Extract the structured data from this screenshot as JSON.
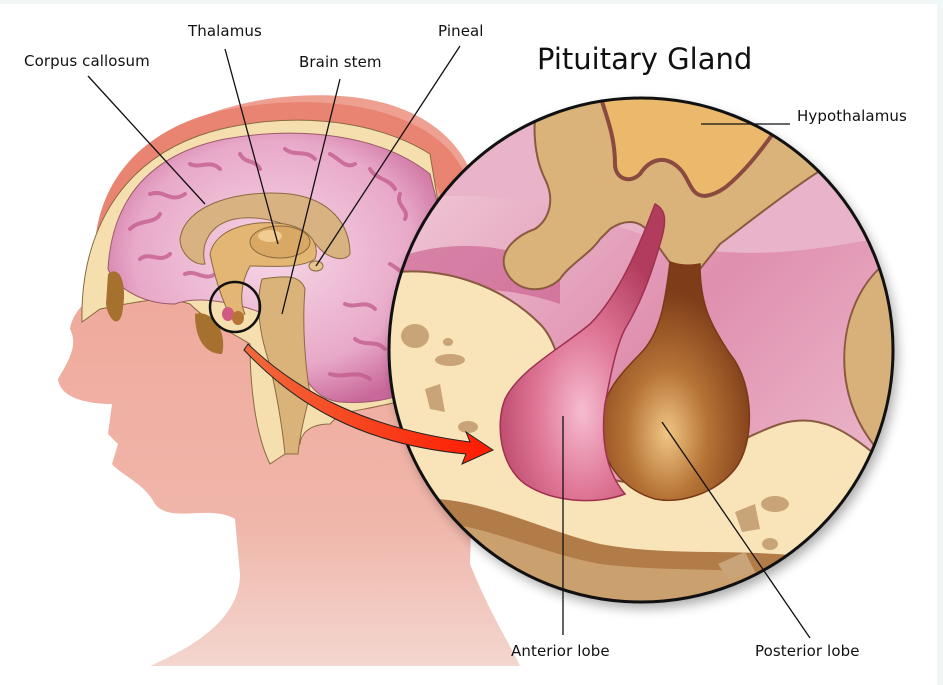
{
  "title": "Pituitary Gland",
  "labels": {
    "corpus_callosum": "Corpus callosum",
    "thalamus": "Thalamus",
    "brain_stem": "Brain stem",
    "pineal": "Pineal",
    "hypothalamus": "Hypothalamus",
    "anterior_lobe": "Anterior lobe",
    "posterior_lobe": "Posterior lobe"
  },
  "colors": {
    "skin": "#eea898",
    "skin_dark": "#ea8a76",
    "skull": "#f7e2b4",
    "brain": "#e7a8c6",
    "brain_fold": "#c5588c",
    "tan": "#d9b37a",
    "anterior": "#d05a80",
    "posterior": "#9c5a26",
    "arrow": "#ee2a10"
  }
}
